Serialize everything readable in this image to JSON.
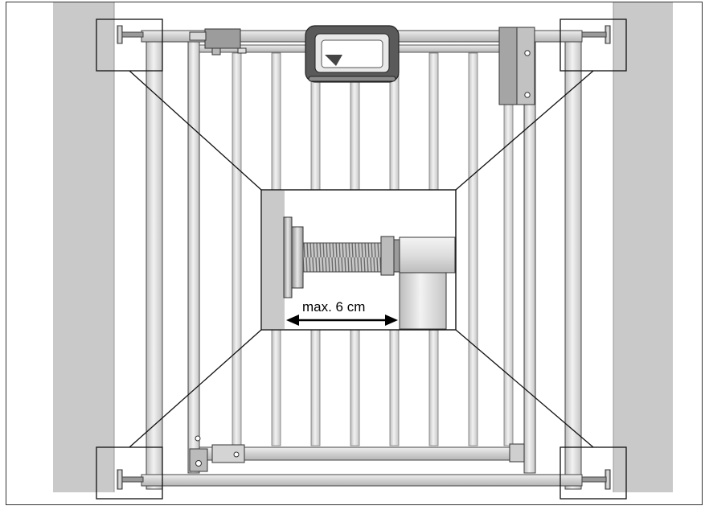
{
  "diagram": {
    "measurement_label": "max. 6 cm",
    "colors": {
      "wall": "#c9c9c9",
      "frame": "#d9d9d9",
      "bar": "#dcdcdc",
      "outline": "#1a1a1a",
      "handle": "#5a5a5a",
      "background": "#ffffff"
    },
    "icons": {
      "arrow": "double-headed-arrow",
      "spring": "threaded-spindle"
    }
  }
}
